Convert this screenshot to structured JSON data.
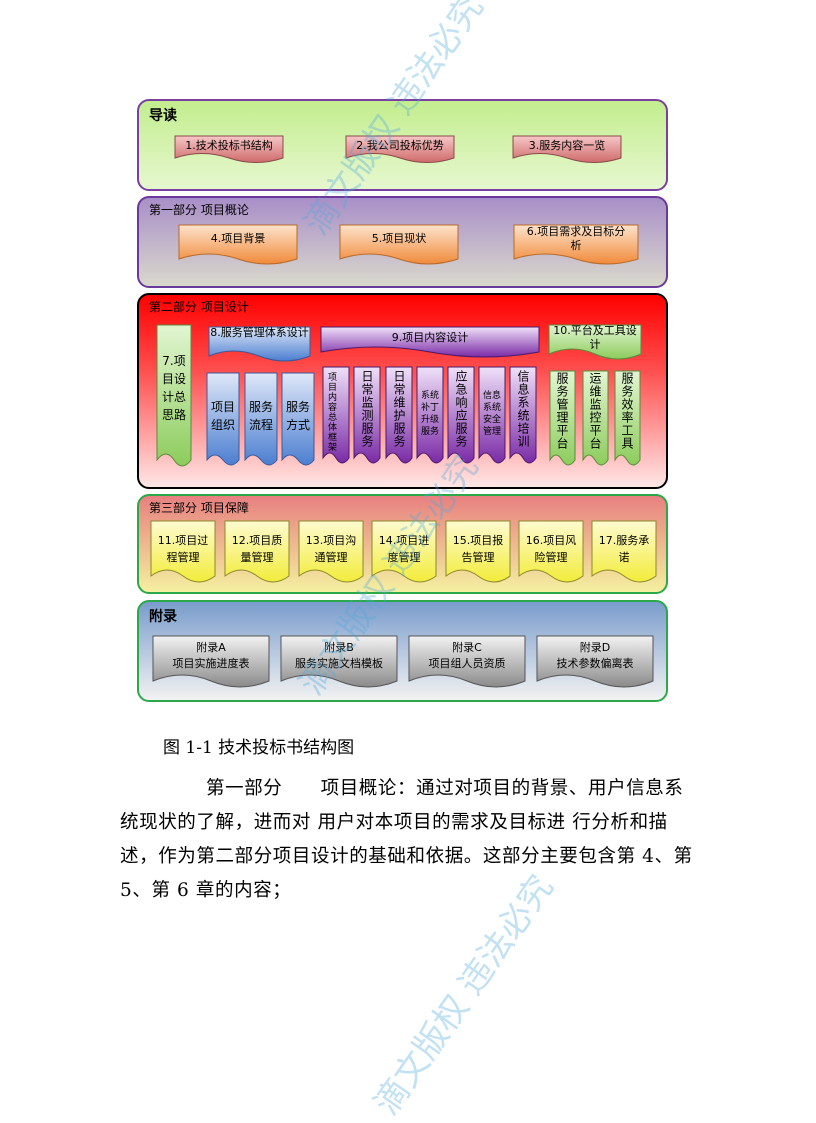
{
  "figure": {
    "intro": {
      "title": "导读",
      "items": [
        "1.技术投标书结构",
        "2.我公司投标优势",
        "3.服务内容一览"
      ]
    },
    "part1": {
      "title": "第一部分 项目概论",
      "items": [
        "4.项目背景",
        "5.项目现状",
        "6.项目需求及目标分析"
      ]
    },
    "part2": {
      "title": "第二部分 项目设计",
      "ch7": "7.项目设计总思路",
      "ch8": "8.服务管理体系设计",
      "ch8_sub": [
        "项目组织",
        "服务流程",
        "服务方式"
      ],
      "ch9": "9.项目内容设计",
      "ch9_sub": [
        "项目内容总体框架",
        "日常监测服务",
        "日常维护服务",
        "系统补丁升级服务",
        "应急响应服务",
        "信息系统安全管理",
        "信息系统培训"
      ],
      "ch10": "10.平台及工具设计",
      "ch10_sub": [
        "服务管理平台",
        "运维监控平台",
        "服务效率工具"
      ]
    },
    "part3": {
      "title": "第三部分 项目保障",
      "items": [
        "11.项目过程管理",
        "12.项目质量管理",
        "13.项目沟通管理",
        "14.项目进度管理",
        "15.项目报告管理",
        "16.项目风险管理",
        "17.服务承诺"
      ]
    },
    "appendix": {
      "title": "附录",
      "items": [
        {
          "label": "附录A",
          "text": "项目实施进度表"
        },
        {
          "label": "附录B",
          "text": "服务实施文档模板"
        },
        {
          "label": "附录C",
          "text": "项目组人员资质"
        },
        {
          "label": "附录D",
          "text": "技术参数偏离表"
        }
      ]
    }
  },
  "caption": "图 1-1 技术投标书结构图",
  "paragraph": "第一部分　　项目概论：通过对项目的背景、用户信息系统现状的了解，进而对 用户对本项目的需求及目标进 行分析和描述，作为第二部分项目设计的基础和依据。这部分主要包含第 4、第 5、第 6 章的内容；",
  "watermark": "滴文版权 违法必究"
}
